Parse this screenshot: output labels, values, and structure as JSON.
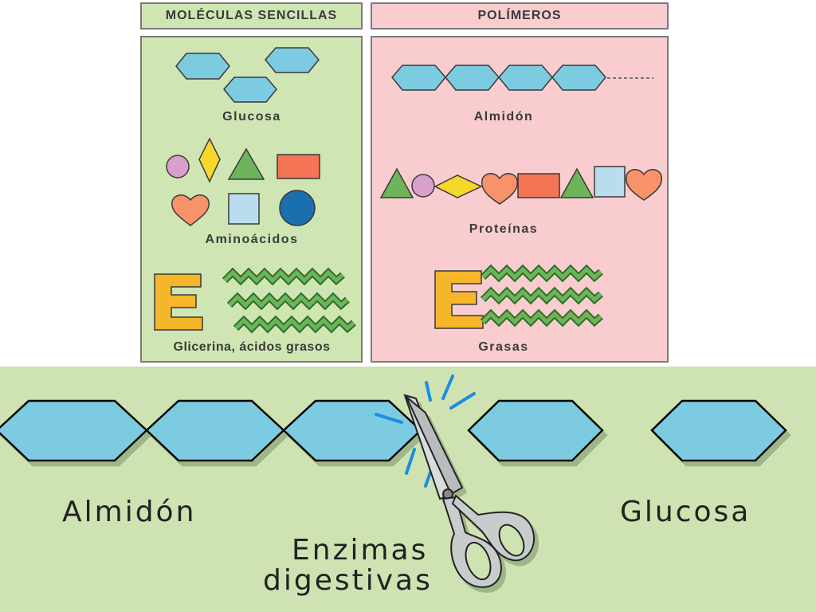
{
  "colors": {
    "green_panel": "#cfe6b4",
    "pink_panel": "#f9cdcf",
    "hexagon": "#7ccbe0",
    "bottom_bg": "#cfe2b2"
  },
  "top_diagram": {
    "simple_header": "MOLÉCULAS SENCILLAS",
    "polymer_header": "POLÍMEROS",
    "simple": {
      "glucose_label": "Glucosa",
      "amino_label": "Aminoácidos",
      "fats_label": "Glicerina, ácidos grasos",
      "glycerol_letter": "E"
    },
    "polymers": {
      "starch_label": "Almidón",
      "protein_label": "Proteínas",
      "fat_label": "Grasas",
      "glycerol_letter": "E"
    }
  },
  "bottom_diagram": {
    "starch_label": "Almidón",
    "glucose_label": "Glucosa",
    "enzymes_line1": "Enzimas",
    "enzymes_line2": "digestivas",
    "scissors_icon": "scissors-icon"
  }
}
